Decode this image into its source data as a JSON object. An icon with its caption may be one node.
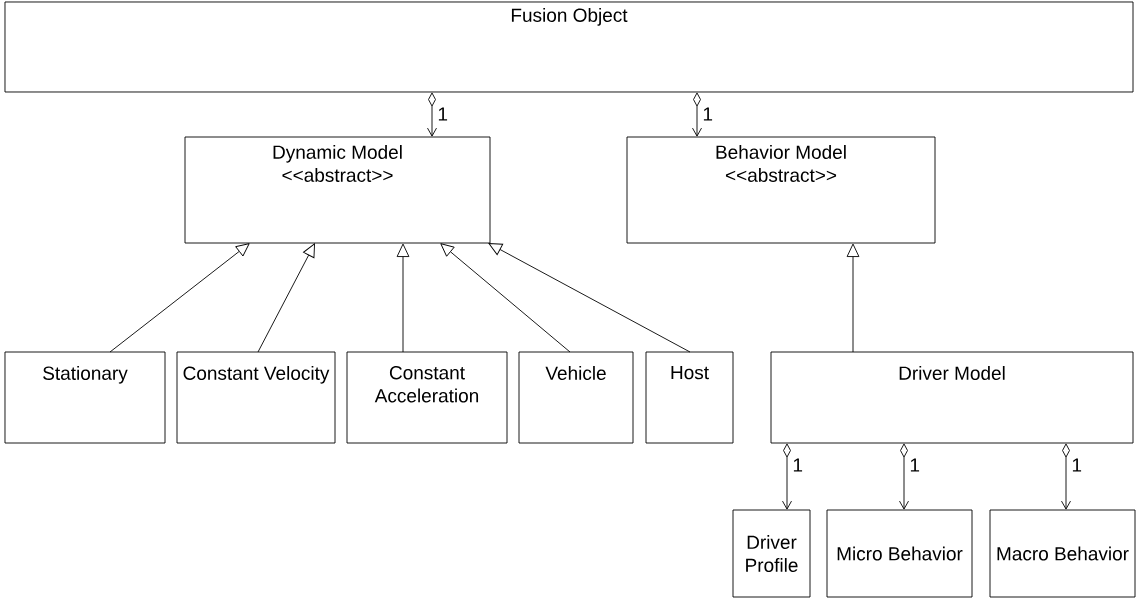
{
  "diagram": {
    "nodes": [
      {
        "text": [
          "Fusion Object"
        ]
      },
      {
        "text": [
          "Dynamic Model",
          "<<abstract>>"
        ]
      },
      {
        "text": [
          "Behavior Model",
          "<<abstract>>"
        ]
      },
      {
        "text": [
          "Stationary"
        ]
      },
      {
        "text": [
          "Constant Velocity"
        ]
      },
      {
        "text": [
          "Constant Acceleration"
        ]
      },
      {
        "text": [
          "Vehicle"
        ]
      },
      {
        "text": [
          "Host"
        ]
      },
      {
        "text": [
          "Driver Model"
        ]
      },
      {
        "text": [
          "Driver Profile"
        ]
      },
      {
        "text": [
          "Micro Behavior"
        ]
      },
      {
        "text": [
          "Macro Behavior"
        ]
      }
    ],
    "edges": [
      {
        "from": 0,
        "to": 1,
        "arrow": "to",
        "label": "1"
      },
      {
        "from": 0,
        "to": 2,
        "arrow": "to",
        "label": "1"
      },
      {
        "from": 3,
        "to": 1,
        "arrow": "to"
      },
      {
        "from": 4,
        "to": 1,
        "arrow": "to"
      },
      {
        "from": 5,
        "to": 1,
        "arrow": "to"
      },
      {
        "from": 6,
        "to": 1,
        "arrow": "to"
      },
      {
        "from": 7,
        "to": 1,
        "arrow": "to"
      },
      {
        "from": 8,
        "to": 2,
        "arrow": "to"
      },
      {
        "from": 8,
        "to": 9,
        "arrow": "to",
        "label": "1"
      },
      {
        "from": 8,
        "to": 10,
        "arrow": "to",
        "label": "1"
      },
      {
        "from": 8,
        "to": 11,
        "arrow": "to",
        "label": "1"
      }
    ]
  }
}
